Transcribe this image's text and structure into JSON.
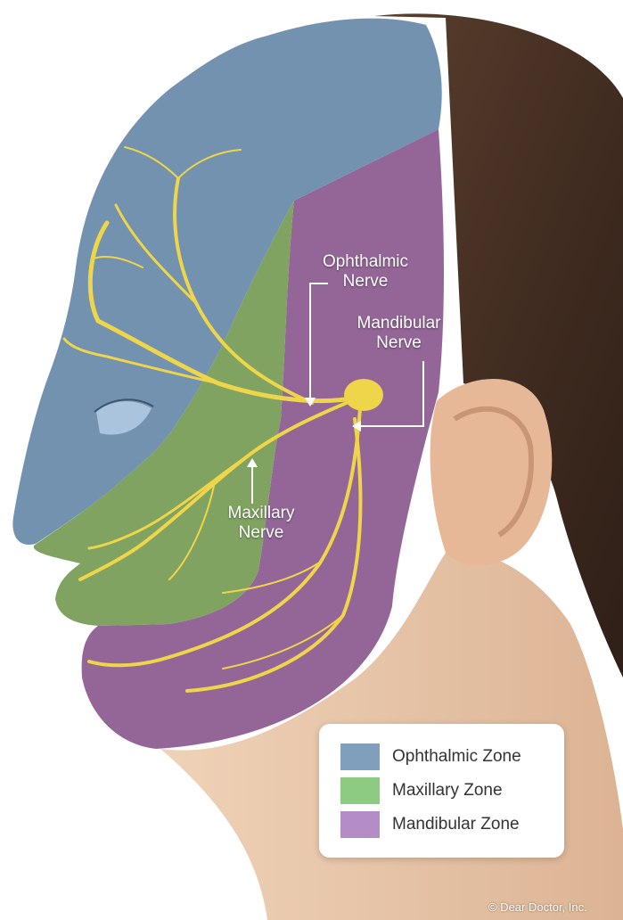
{
  "labels": {
    "ophthalmic_nerve": [
      "Ophthalmic",
      "Nerve"
    ],
    "mandibular_nerve": [
      "Mandibular",
      "Nerve"
    ],
    "maxillary_nerve": [
      "Maxillary",
      "Nerve"
    ]
  },
  "legend": [
    {
      "label": "Ophthalmic Zone",
      "color": "#7f9fbc"
    },
    {
      "label": "Maxillary Zone",
      "color": "#8dca82"
    },
    {
      "label": "Mandibular Zone",
      "color": "#b48cc6"
    }
  ],
  "copyright": "© Dear Doctor, Inc.",
  "colors": {
    "ophthalmic_zone": "#6a8cac",
    "maxillary_zone": "#7a9e58",
    "mandibular_zone": "#8e5e92",
    "nerve": "#efd54a",
    "hair": "#4a3326",
    "skin": "#e6c2a4"
  }
}
